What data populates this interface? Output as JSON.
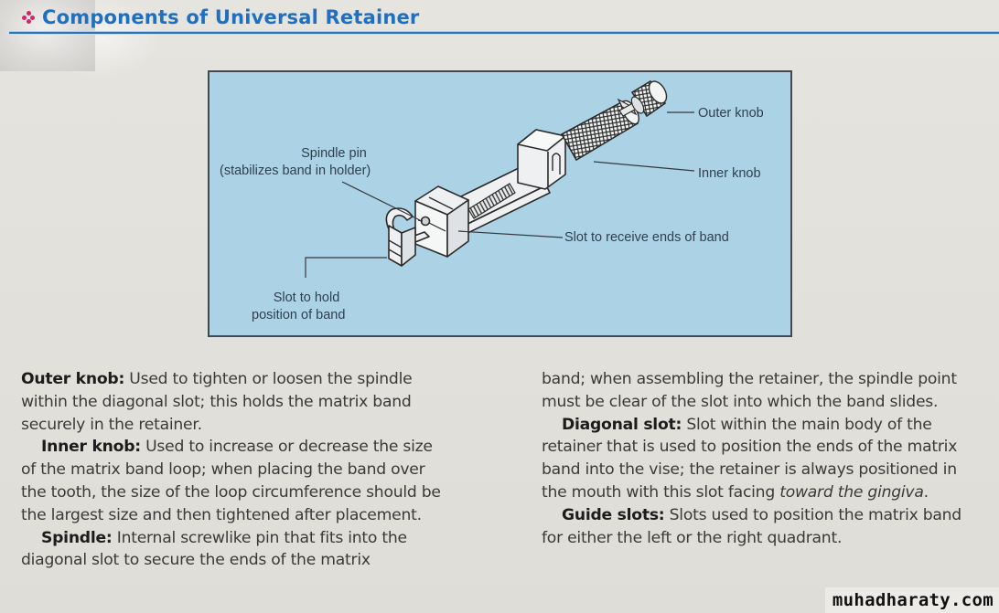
{
  "header": {
    "bullet_icon": "diamond-dots-icon",
    "title": "Components of Universal Retainer"
  },
  "figure": {
    "labels": {
      "spindle_pin_line1": "Spindle pin",
      "spindle_pin_line2": "(stabilizes band in holder)",
      "outer_knob": "Outer knob",
      "inner_knob": "Inner knob",
      "slot_receive": "Slot to receive ends of band",
      "slot_hold_line1": "Slot to hold",
      "slot_hold_line2": "position of band"
    },
    "colors": {
      "background": "#acd3e5",
      "border": "#3e4a55",
      "metal": "#eef0f1",
      "outline": "#2b2b2b"
    }
  },
  "left_column": [
    {
      "term": "Outer knob:",
      "text": " Used to tighten or loosen the spindle within the diagonal slot; this holds the matrix band securely in the retainer."
    },
    {
      "term": "Inner knob:",
      "text": " Used to increase or decrease the size of the matrix band loop; when placing the band over the tooth, the size of the loop circumference should be the largest size and then tightened after placement."
    },
    {
      "term": "Spindle:",
      "text": " Internal screwlike pin that fits into the diagonal slot to secure the ends of the matrix"
    }
  ],
  "right_column": {
    "continuation": "band; when assembling the retainer, the spindle point must be clear of the slot into which the band slides.",
    "items": [
      {
        "term": "Diagonal slot:",
        "text": " Slot within the main body of the retainer that is used to position the ends of the matrix band into the vise; the retainer is always positioned in the mouth with this slot facing ",
        "italic": "toward the gingiva",
        "tail": "."
      },
      {
        "term": "Guide slots:",
        "text": " Slots used to position the matrix band for either the left or the right quadrant."
      }
    ]
  },
  "watermark": "muhadharaty.com",
  "colors": {
    "title_blue": "#1f6fc2",
    "rule_blue": "#2d72be",
    "bullet_pink": "#d6246b",
    "page_bg": "#e3e1dc"
  }
}
